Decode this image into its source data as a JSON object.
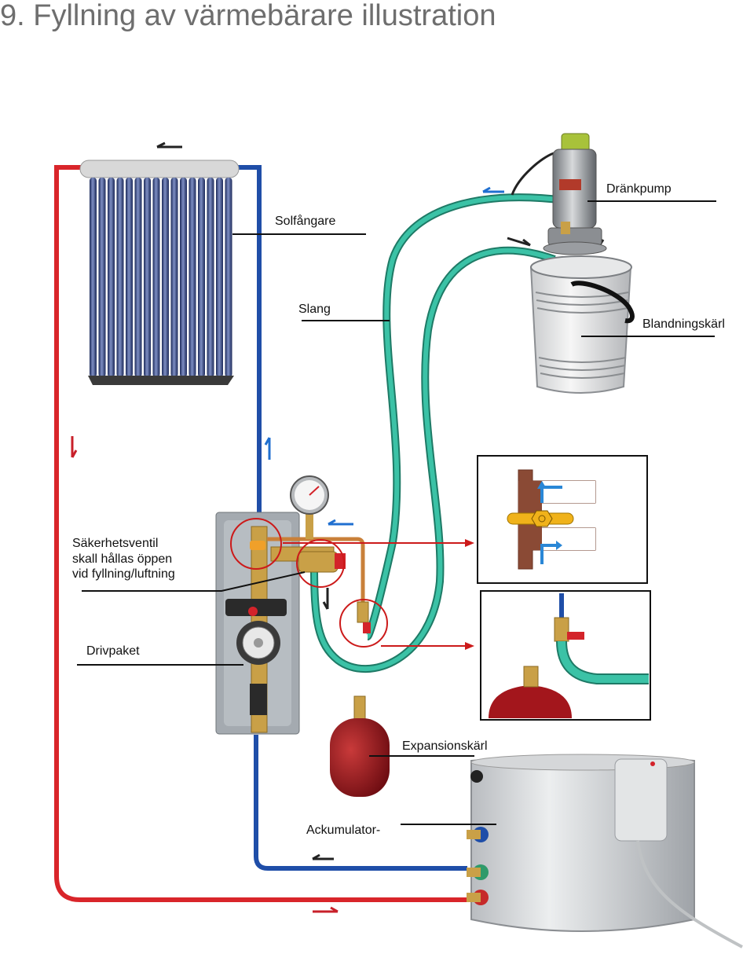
{
  "page": {
    "title": "9. Fyllning av värmebärare illustration"
  },
  "labels": {
    "solar_collector": "Solfångare",
    "hose": "Slang",
    "drain_pump": "Dränkpump",
    "mixing_vessel": "Blandningskärl",
    "safety_valve_line1": "Säkerhetsventil",
    "safety_valve_line2": "skall hållas öppen",
    "safety_valve_line3": "vid fyllning/luftning",
    "pump_station": "Drivpaket",
    "expansion_vessel": "Expansionskärl",
    "accumulator": "Ackumulator-"
  },
  "colors": {
    "hot_pipe": "#d9252a",
    "cold_pipe": "#1f4ea8",
    "hose": "#2faa8f",
    "brass": "#c9a047",
    "highlight_circle": "#cc1a1a",
    "expansion_tank": "#a3161c",
    "valve_body": "#8a4a35"
  }
}
